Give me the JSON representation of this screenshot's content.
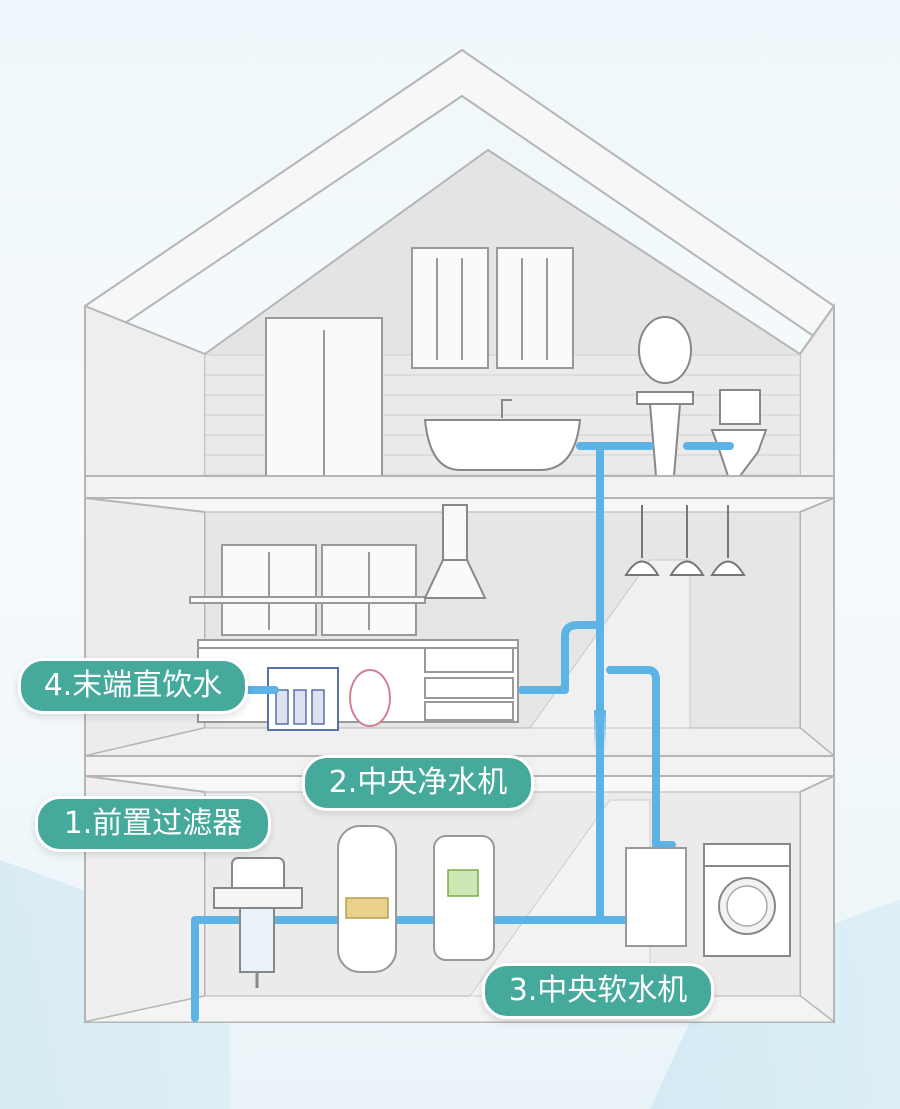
{
  "labels": {
    "point_of_use": "4.末端直饮水",
    "central_purifier": "2.中央净水机",
    "pre_filter": "1.前置过滤器",
    "central_softener": "3.中央软水机"
  },
  "colors": {
    "pipe": "#5bb4e5",
    "label_bg": "#45a99b",
    "label_text": "#ffffff",
    "wall": "#e6e6e6",
    "outline": "#aaaaaa"
  }
}
